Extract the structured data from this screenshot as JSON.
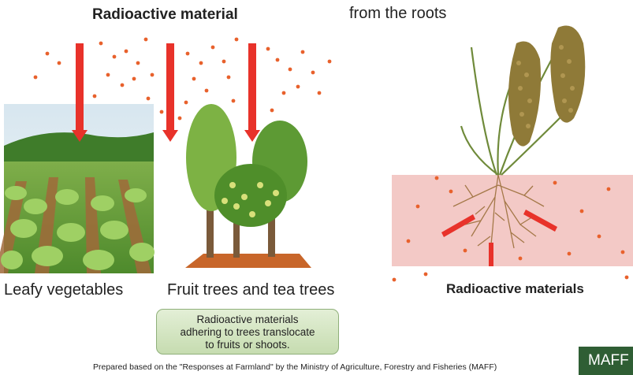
{
  "labels": {
    "top_left_title": "Radioactive material",
    "top_right_title": "from the roots",
    "leafy": "Leafy vegetables",
    "fruit": "Fruit trees and tea trees",
    "root_label": "Radioactive materials"
  },
  "note": {
    "lines": [
      "Radioactive materials",
      "adhering to trees translocate",
      "to fruits or shoots."
    ]
  },
  "footer": "Prepared based on the \"Responses at Farmland\" by the Ministry of Agriculture, Forestry and Fisheries (MAFF)",
  "badge": "MAFF",
  "colors": {
    "arrow": "#e8322a",
    "particle": "#e8612c",
    "soil": "#f3c9c6",
    "note_fill": "#d6e8c4",
    "badge": "#2f5e34"
  }
}
